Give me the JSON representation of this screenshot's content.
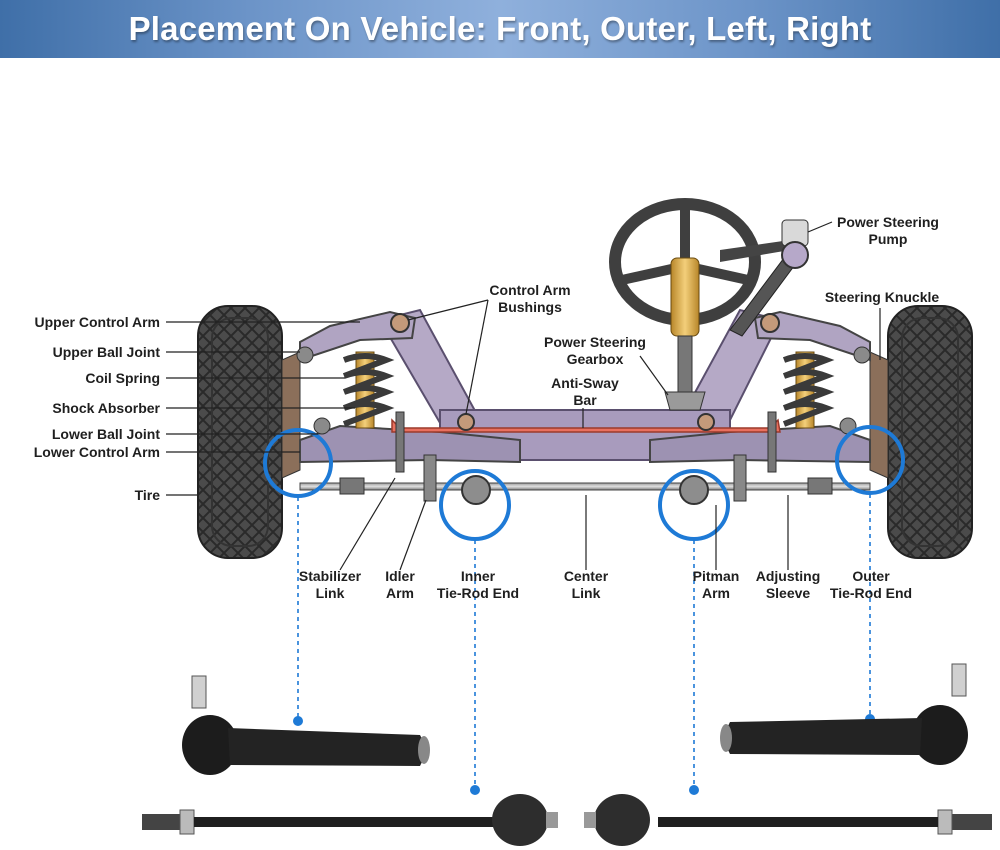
{
  "banner": {
    "title": "Placement On Vehicle: Front, Outer, Left, Right"
  },
  "labels": {
    "upper_control_arm": "Upper Control Arm",
    "upper_ball_joint": "Upper Ball Joint",
    "coil_spring": "Coil Spring",
    "shock_absorber": "Shock Absorber",
    "lower_ball_joint": "Lower Ball Joint",
    "lower_control_arm": "Lower Control Arm",
    "tire": "Tire",
    "control_arm_bushings_1": "Control Arm",
    "control_arm_bushings_2": "Bushings",
    "power_steering_gearbox_1": "Power Steering",
    "power_steering_gearbox_2": "Gearbox",
    "anti_sway_bar_1": "Anti-Sway",
    "anti_sway_bar_2": "Bar",
    "power_steering_pump_1": "Power Steering",
    "power_steering_pump_2": "Pump",
    "steering_knuckle": "Steering Knuckle",
    "stabilizer_link_1": "Stabilizer",
    "stabilizer_link_2": "Link",
    "idler_arm_1": "Idler",
    "idler_arm_2": "Arm",
    "inner_tie_rod_end_1": "Inner",
    "inner_tie_rod_end_2": "Tie-Rod End",
    "center_link_1": "Center",
    "center_link_2": "Link",
    "pitman_arm_1": "Pitman",
    "pitman_arm_2": "Arm",
    "adjusting_sleeve_1": "Adjusting",
    "adjusting_sleeve_2": "Sleeve",
    "outer_tie_rod_end_1": "Outer",
    "outer_tie_rod_end_2": "Tie-Rod End"
  },
  "colors": {
    "banner": "#5a84bf",
    "highlight_circle": "#1e7ad6",
    "frame": "#b5a9c6",
    "sway_bar": "#e9705f",
    "tire": "#4a4a4a"
  }
}
